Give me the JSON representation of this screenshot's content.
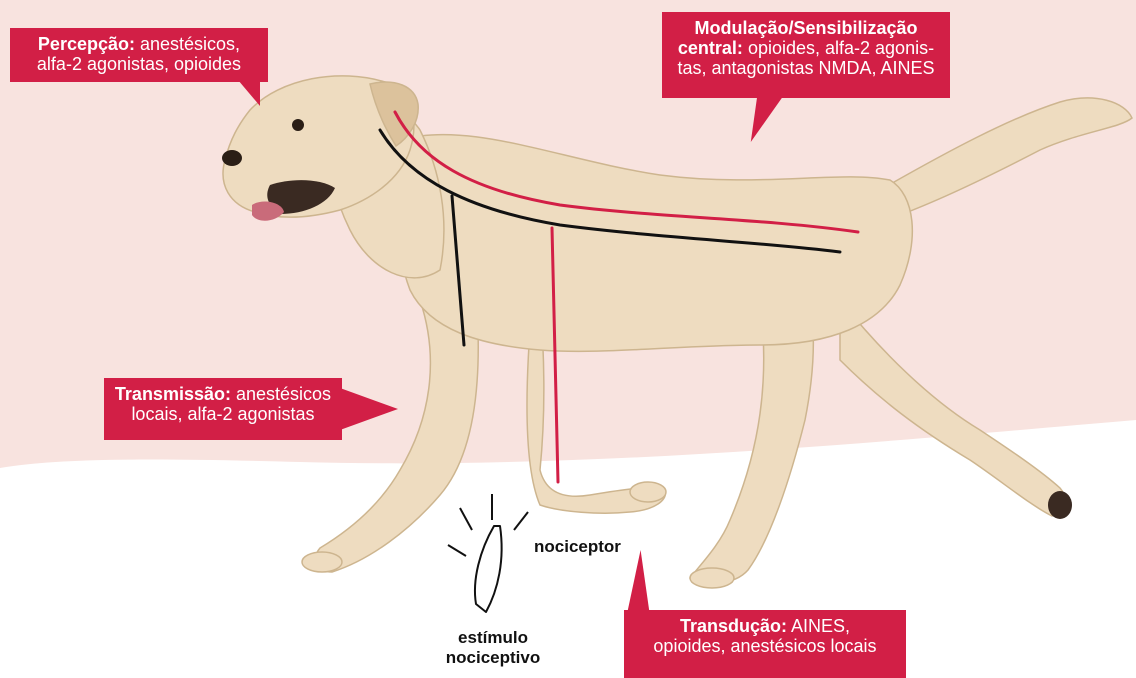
{
  "colors": {
    "background_top": "#f8e3df",
    "background_bottom": "#ffffff",
    "callout": "#d21f46",
    "nerve_red": "#d21f46",
    "nerve_black": "#111111"
  },
  "callouts": {
    "percepcao": {
      "title": "Percepção:",
      "line1_rest": "anestésicos,",
      "line2": "alfa-2 agonistas, opioides"
    },
    "modulacao": {
      "line1": "Modulação/Sensibilização",
      "line2_title": "central:",
      "line2_rest": "opioides, alfa-2 agonis-",
      "line3": "tas, antagonistas NMDA, AINES"
    },
    "transmissao": {
      "title": "Transmissão:",
      "line1_rest": "anestésicos",
      "line2": "locais, alfa-2 agonistas"
    },
    "transducao": {
      "title": "Transdução:",
      "line1_rest": "AINES,",
      "line2": "opioides, anestésicos locais"
    }
  },
  "labels": {
    "nociceptor": "nociceptor",
    "estimulo_line1": "estímulo",
    "estimulo_line2": "nociceptivo"
  },
  "illustration": {
    "subject": "dog-icon",
    "stimulus": "blade-icon"
  }
}
